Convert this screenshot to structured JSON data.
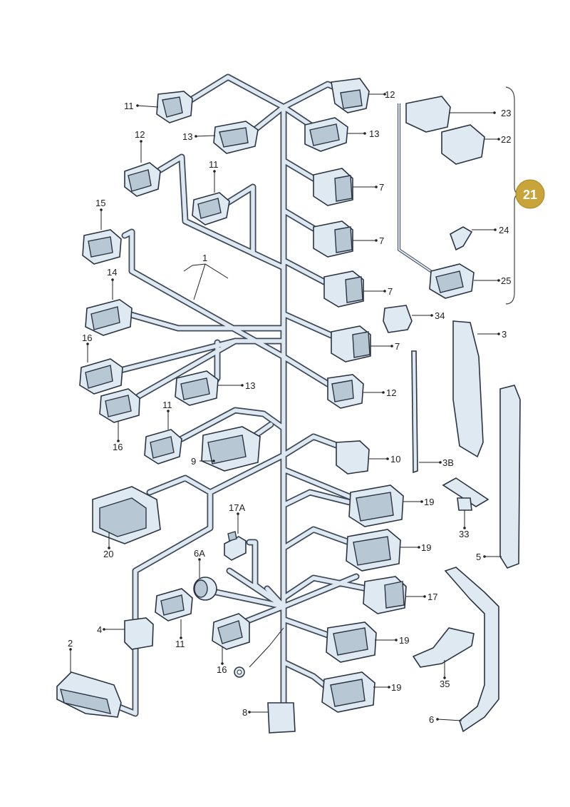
{
  "badge": {
    "text": "21",
    "color": "#c9a43a"
  },
  "callouts": [
    {
      "id": "c11a",
      "text": "11"
    },
    {
      "id": "c12a",
      "text": "12"
    },
    {
      "id": "c13a",
      "text": "13"
    },
    {
      "id": "c13b",
      "text": "13"
    },
    {
      "id": "c12b",
      "text": "12"
    },
    {
      "id": "c11b",
      "text": "11"
    },
    {
      "id": "c7a",
      "text": "7"
    },
    {
      "id": "c7b",
      "text": "7"
    },
    {
      "id": "c7c",
      "text": "7"
    },
    {
      "id": "c7d",
      "text": "7"
    },
    {
      "id": "c15",
      "text": "15"
    },
    {
      "id": "c1",
      "text": "1"
    },
    {
      "id": "c14",
      "text": "14"
    },
    {
      "id": "c16a",
      "text": "16"
    },
    {
      "id": "c16b",
      "text": "16"
    },
    {
      "id": "c13c",
      "text": "13"
    },
    {
      "id": "c12c",
      "text": "12"
    },
    {
      "id": "c11c",
      "text": "11"
    },
    {
      "id": "c9",
      "text": "9"
    },
    {
      "id": "c10",
      "text": "10"
    },
    {
      "id": "c19a",
      "text": "19"
    },
    {
      "id": "c20",
      "text": "20"
    },
    {
      "id": "c17A",
      "text": "17A"
    },
    {
      "id": "c19b",
      "text": "19"
    },
    {
      "id": "c6A",
      "text": "6A"
    },
    {
      "id": "c17",
      "text": "17"
    },
    {
      "id": "c4",
      "text": "4"
    },
    {
      "id": "c11d",
      "text": "11"
    },
    {
      "id": "c19c",
      "text": "19"
    },
    {
      "id": "c2",
      "text": "2"
    },
    {
      "id": "c16c",
      "text": "16"
    },
    {
      "id": "c19d",
      "text": "19"
    },
    {
      "id": "c8",
      "text": "8"
    },
    {
      "id": "c23",
      "text": "23"
    },
    {
      "id": "c22",
      "text": "22"
    },
    {
      "id": "c24",
      "text": "24"
    },
    {
      "id": "c25",
      "text": "25"
    },
    {
      "id": "c34",
      "text": "34"
    },
    {
      "id": "c3",
      "text": "3"
    },
    {
      "id": "c3B",
      "text": "3B"
    },
    {
      "id": "c33",
      "text": "33"
    },
    {
      "id": "c5",
      "text": "5"
    },
    {
      "id": "c35",
      "text": "35"
    },
    {
      "id": "c6",
      "text": "6"
    }
  ]
}
